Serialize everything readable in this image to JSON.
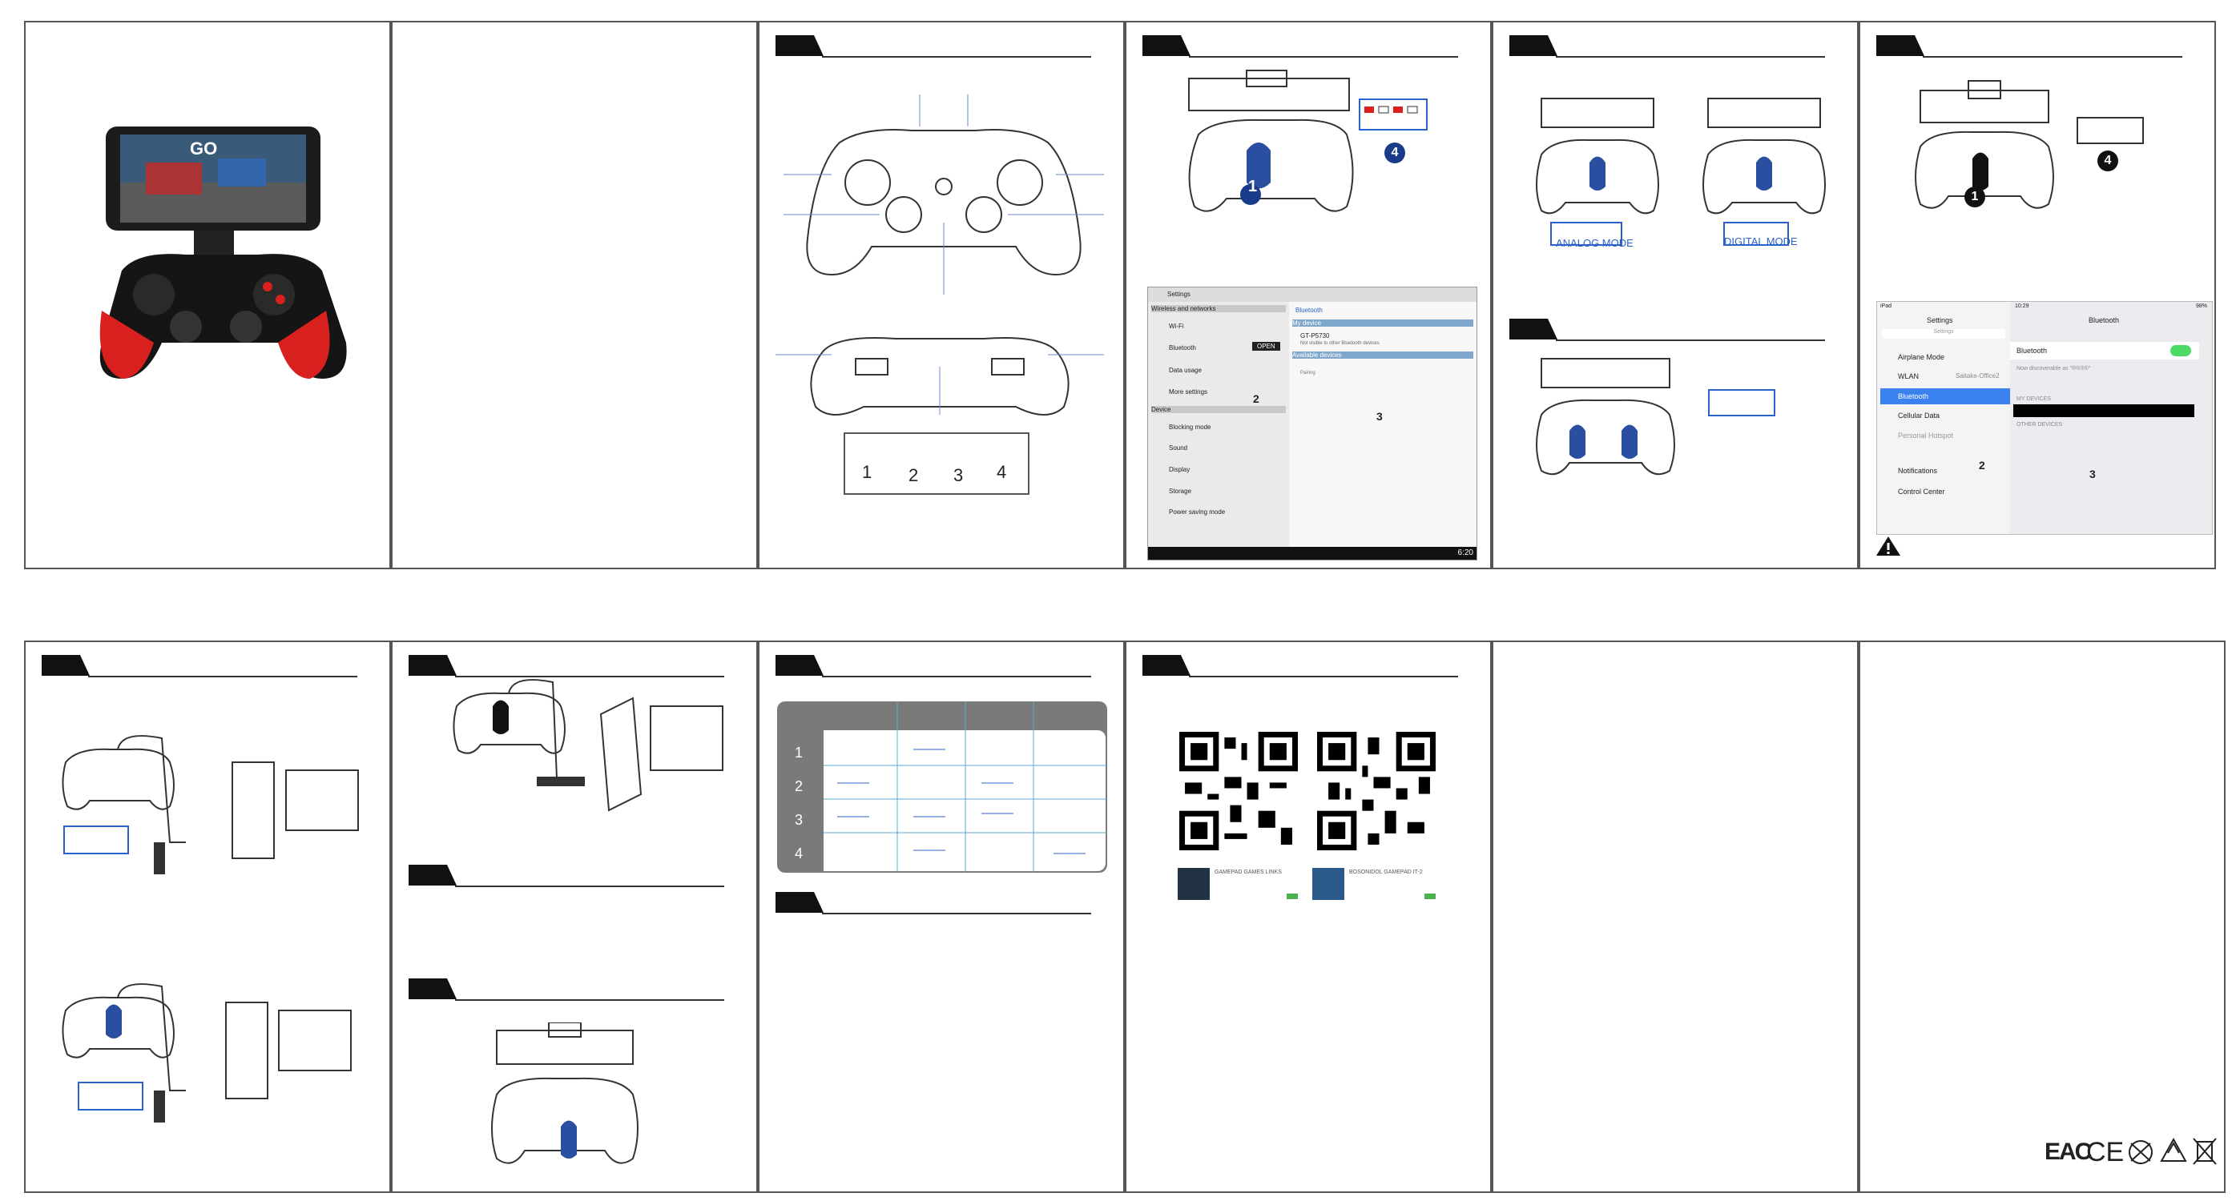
{
  "android_settings": {
    "title": "Settings",
    "section_wireless": "Wireless and networks",
    "items": [
      "Wi-Fi",
      "Bluetooth",
      "Data usage",
      "More settings"
    ],
    "section_device": "Device",
    "device_items": [
      "Blocking mode",
      "Sound",
      "Display",
      "Storage",
      "Power saving mode"
    ],
    "open_label": "OPEN",
    "right_title": "Bluetooth",
    "my_device_header": "My device",
    "device_name": "GT-P5730",
    "device_sub": "Not visible to other Bluetooth devices",
    "available_header": "Available devices",
    "pairing": "Pairing",
    "time": "6:20"
  },
  "modes": {
    "analog": "ANALOG MODE",
    "digital": "DIGITAL MODE"
  },
  "ios_settings": {
    "left_carrier": "iPad",
    "time": "10:29",
    "battery": "98%",
    "left_title": "Settings",
    "search_placeholder": "Settings",
    "items": [
      "Airplane Mode",
      "WLAN",
      "Bluetooth",
      "Cellular Data",
      "Personal Hotspot"
    ],
    "wlan_value": "Saitake-Office2",
    "items2": [
      "Notifications",
      "Control Center"
    ],
    "right_title": "Bluetooth",
    "bluetooth_label": "Bluetooth",
    "discoverable": "Now discoverable as \"®®®®\"",
    "my_devices": "MY DEVICES",
    "other_devices": "OTHER DEVICES"
  },
  "numbers": {
    "n1": "1",
    "n2": "2",
    "n3": "3",
    "n4": "4"
  },
  "table_rows": [
    "1",
    "2",
    "3",
    "4"
  ],
  "apps": [
    {
      "name": "GAMEPAD GAMES LINKS"
    },
    {
      "name": "BOSONIDOL GAMEPAD IT-2"
    }
  ],
  "colors": {
    "accent_red": "#d8201f",
    "accent_blue": "#2a62c9",
    "table_gray": "#7a7a7a"
  },
  "certifications": [
    "EAC",
    "CE"
  ]
}
